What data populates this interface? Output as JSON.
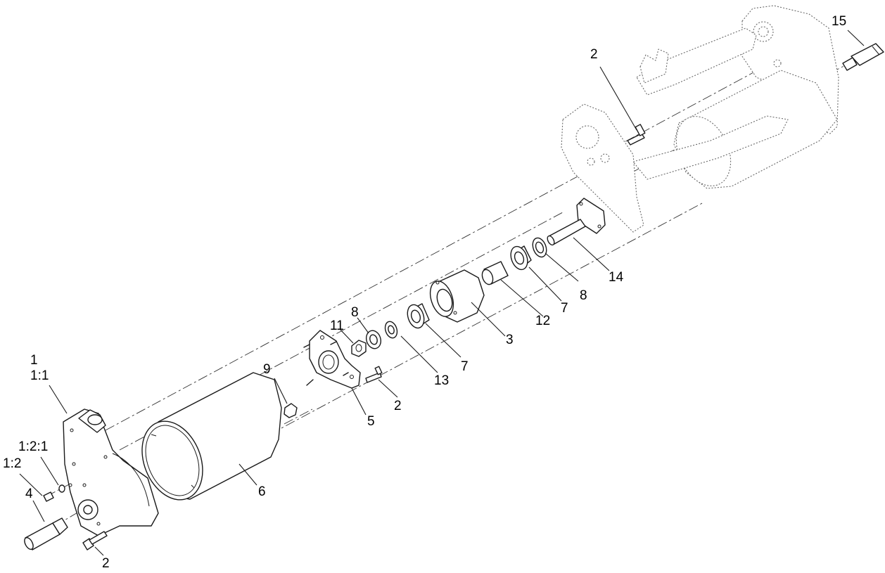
{
  "callouts": {
    "c1": "1",
    "c1_1": "1:1",
    "c1_2_1": "1:2:1",
    "c1_2": "1:2",
    "c4": "4",
    "c2_bottom": "2",
    "c6": "6",
    "c9": "9",
    "c5": "5",
    "c2_plate": "2",
    "c11": "11",
    "c8_left": "8",
    "c13": "13",
    "c7_left": "7",
    "c3": "3",
    "c12": "12",
    "c7_right": "7",
    "c8_right": "8",
    "c14": "14",
    "c2_top": "2",
    "c15": "15"
  }
}
